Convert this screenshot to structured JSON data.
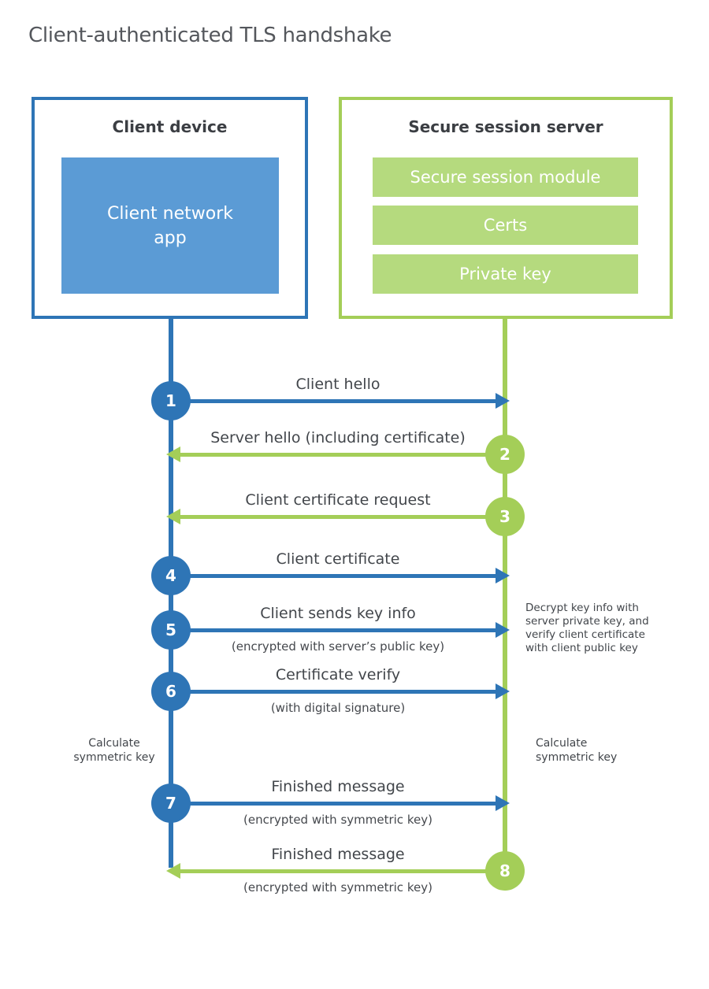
{
  "title": "Client-authenticated TLS handshake",
  "colors": {
    "blue": "#2e75b6",
    "blue_fill": "#5b9bd5",
    "green": "#a4ce58",
    "green_fill": "#b5da7e",
    "text": "#42464b"
  },
  "actors": {
    "client": {
      "title": "Client device",
      "modules": [
        "Client network\napp"
      ]
    },
    "server": {
      "title": "Secure session server",
      "modules": [
        "Secure session module",
        "Certs",
        "Private key"
      ]
    }
  },
  "messages": [
    {
      "num": "1",
      "from": "client",
      "label": "Client hello"
    },
    {
      "num": "2",
      "from": "server",
      "label": "Server hello (including certificate)"
    },
    {
      "num": "3",
      "from": "server",
      "label": "Client certificate request"
    },
    {
      "num": "4",
      "from": "client",
      "label": "Client certificate"
    },
    {
      "num": "5",
      "from": "client",
      "label": "Client sends key info",
      "sublabel": "(encrypted with server’s public key)"
    },
    {
      "num": "6",
      "from": "client",
      "label": "Certificate verify",
      "sublabel": "(with digital signature)"
    },
    {
      "num": "7",
      "from": "client",
      "label": "Finished message",
      "sublabel": "(encrypted with symmetric key)"
    },
    {
      "num": "8",
      "from": "server",
      "label": "Finished message",
      "sublabel": "(encrypted with symmetric key)"
    }
  ],
  "notes": {
    "server_note": "Decrypt key info with\nserver private key, and\nverify client certificate\nwith client public key",
    "client_calc": "Calculate\nsymmetric key",
    "server_calc": "Calculate\nsymmetric key"
  }
}
